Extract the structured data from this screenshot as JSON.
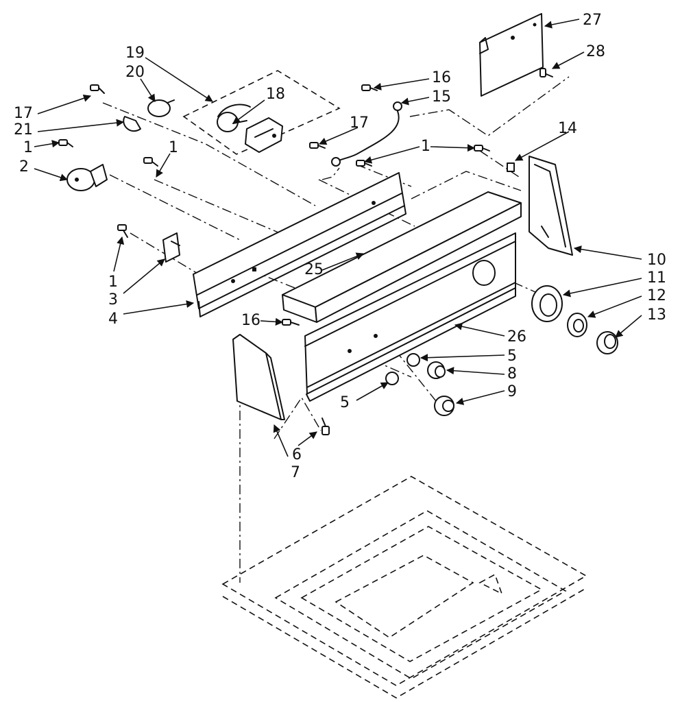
{
  "diagram": {
    "callouts": [
      {
        "id": "c27",
        "label": "27"
      },
      {
        "id": "c28",
        "label": "28"
      },
      {
        "id": "c19",
        "label": "19"
      },
      {
        "id": "c20",
        "label": "20"
      },
      {
        "id": "c16a",
        "label": "16"
      },
      {
        "id": "c15",
        "label": "15"
      },
      {
        "id": "c18",
        "label": "18"
      },
      {
        "id": "c17a",
        "label": "17"
      },
      {
        "id": "c21",
        "label": "21"
      },
      {
        "id": "c17b",
        "label": "17"
      },
      {
        "id": "c14",
        "label": "14"
      },
      {
        "id": "c1a",
        "label": "1"
      },
      {
        "id": "c1b",
        "label": "1"
      },
      {
        "id": "c1c",
        "label": "1"
      },
      {
        "id": "c2",
        "label": "2"
      },
      {
        "id": "c1d",
        "label": "1"
      },
      {
        "id": "c3",
        "label": "3"
      },
      {
        "id": "c4",
        "label": "4"
      },
      {
        "id": "c25",
        "label": "25"
      },
      {
        "id": "c10",
        "label": "10"
      },
      {
        "id": "c11",
        "label": "11"
      },
      {
        "id": "c12",
        "label": "12"
      },
      {
        "id": "c13",
        "label": "13"
      },
      {
        "id": "c16b",
        "label": "16"
      },
      {
        "id": "c26",
        "label": "26"
      },
      {
        "id": "c5a",
        "label": "5"
      },
      {
        "id": "c8",
        "label": "8"
      },
      {
        "id": "c5b",
        "label": "5"
      },
      {
        "id": "c9",
        "label": "9"
      },
      {
        "id": "c6",
        "label": "6"
      },
      {
        "id": "c7",
        "label": "7"
      }
    ]
  }
}
